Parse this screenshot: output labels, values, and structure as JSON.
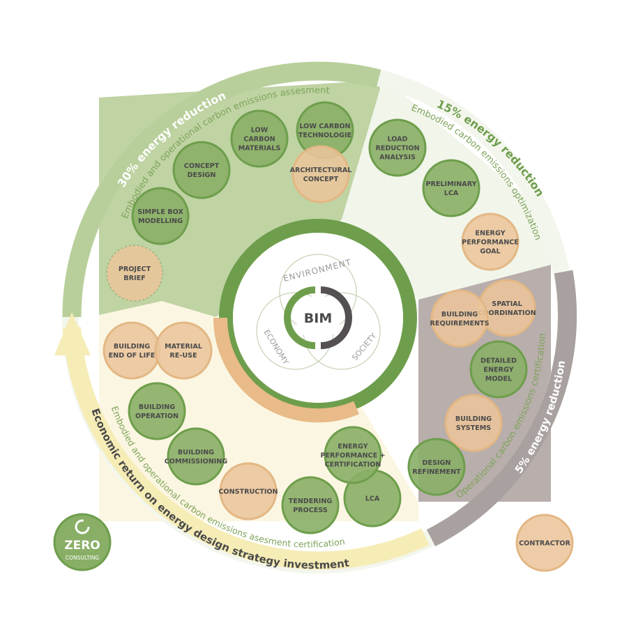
{
  "center": {
    "label": "BIM",
    "ring_words": [
      "ENVIRONMENT",
      "ECONOMY",
      "SOCIETY"
    ]
  },
  "arcs": {
    "green_outer": "30% energy reduction",
    "green_inner": "Embodied and operational carbon emissions assesment",
    "light_outer": "15% energy reduction",
    "light_inner": "Embodied carbon emissions optimization",
    "grey_inner": "Operational carbon emissions certification",
    "grey_outer": "5% energy reduction",
    "yellow_inner": "Embodied and operational carbon emissions asesment certification",
    "yellow_outer": "Economic return on energy design strategy investment"
  },
  "nodes": {
    "project_brief": [
      "PROJECT",
      "BRIEF"
    ],
    "simple_box": [
      "SIMPLE BOX",
      "MODELLING"
    ],
    "concept_design": [
      "CONCEPT",
      "DESIGN"
    ],
    "low_carbon_materials": [
      "LOW",
      "CARBON",
      "MATERIALS"
    ],
    "low_carbon_tech": [
      "LOW CARBON",
      "TECHNOLOGIE"
    ],
    "architectural_concept": [
      "ARCHITECTURAL",
      "CONCEPT"
    ],
    "load_reduction": [
      "LOAD",
      "REDUCTION",
      "ANALYSIS"
    ],
    "preliminary_lca": [
      "PRELIMINARY",
      "LCA"
    ],
    "energy_goal": [
      "ENERGY",
      "PERFORMANCE",
      "GOAL"
    ],
    "building_requirements": [
      "BUILDING",
      "REQUIREMENTS"
    ],
    "spatial_coordination": [
      "SPATIAL",
      "COORDINATION"
    ],
    "detailed_energy": [
      "DETAILED",
      "ENERGY",
      "MODEL"
    ],
    "building_systems": [
      "BUILDING",
      "SYSTEMS"
    ],
    "design_refinement": [
      "DESIGN",
      "REFINEMENT"
    ],
    "lca": [
      "LCA"
    ],
    "energy_certification": [
      "ENERGY",
      "PERFORMANCE +",
      "CERTIFICATION"
    ],
    "tendering": [
      "TENDERING",
      "PROCESS"
    ],
    "construction": [
      "CONSTRUCTION"
    ],
    "commissioning": [
      "BUILDING",
      "COMMISSIONING"
    ],
    "operation": [
      "BUILDING",
      "OPERATION"
    ],
    "end_of_life": [
      "BUILDING",
      "END OF LIFE"
    ],
    "material_reuse": [
      "MATERIAL",
      "RE-USE"
    ],
    "contractor": [
      "CONTRACTOR"
    ]
  },
  "logo": {
    "word": "ZERO",
    "sub": "CONSULTING"
  },
  "colors": {
    "green": "#6e9e4c",
    "green_fill": "#89af66",
    "green_light": "#c1d4a4",
    "light_zone": "#f1f5ea",
    "grey": "#a9a19f",
    "grey_zone": "#b8aeab",
    "orange": "#e3b784",
    "orange_fill": "#ebc59b",
    "yellow": "#f6ecb6",
    "yellow_zone": "#fbf6e1"
  }
}
